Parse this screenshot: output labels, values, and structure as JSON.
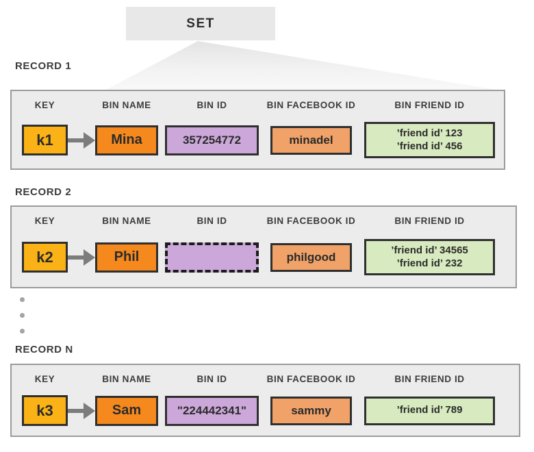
{
  "set": {
    "label": "SET"
  },
  "columns": [
    "KEY",
    "BIN NAME",
    "BIN ID",
    "BIN FACEBOOK ID",
    "BIN FRIEND ID"
  ],
  "records": [
    {
      "label": "RECORD 1",
      "key": "k1",
      "bin_name": "Mina",
      "bin_id": "357254772",
      "bin_id_state": "filled",
      "bin_facebook_id": "minadel",
      "bin_friend_id_lines": [
        "’friend id’ 123",
        "’friend id’ 456"
      ]
    },
    {
      "label": "RECORD 2",
      "key": "k2",
      "bin_name": "Phil",
      "bin_id": "",
      "bin_id_state": "empty-dashed",
      "bin_facebook_id": "philgood",
      "bin_friend_id_lines": [
        "’friend id’ 34565",
        "’friend id’ 232"
      ]
    },
    {
      "label": "RECORD N",
      "key": "k3",
      "bin_name": "Sam",
      "bin_id": "\"224442341\"",
      "bin_id_state": "filled",
      "bin_facebook_id": "sammy",
      "bin_friend_id_lines": [
        "’friend id’ 789"
      ]
    }
  ],
  "icons": {
    "arrow": "right-arrow",
    "ellipsis": "vertical-ellipsis"
  },
  "colors": {
    "key": "#FBB216",
    "name": "#F6891E",
    "bin_id": "#CCA8DA",
    "facebook": "#F0A269",
    "friend": "#D8EABF",
    "panel_bg": "#ECECEC",
    "panel_border": "#9B9B9B",
    "box_border": "#2F2F2F",
    "set_box_bg": "#E8E8E8",
    "arrow": "#7C7C7C",
    "dot": "#A3A3A3",
    "text": "#2B2B2B",
    "label_text": "#3C3C3C"
  }
}
